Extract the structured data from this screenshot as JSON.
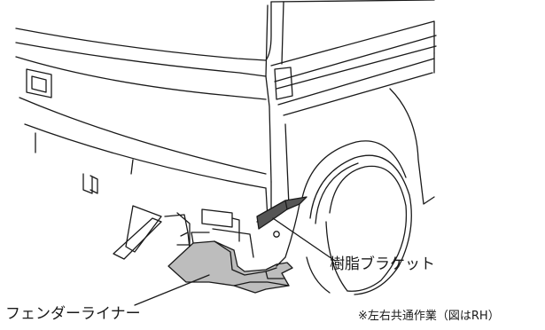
{
  "labels": {
    "bracket": "樹脂ブラケット",
    "fender_liner": "フェンダーライナー",
    "note": "※左右共通作業（図はRH）"
  },
  "colors": {
    "line": "#1a1a1a",
    "background": "#ffffff",
    "liner_fill": "#bdbdbd",
    "liner_fill_dark": "#9a9a9a",
    "bracket_fill": "#555555"
  }
}
